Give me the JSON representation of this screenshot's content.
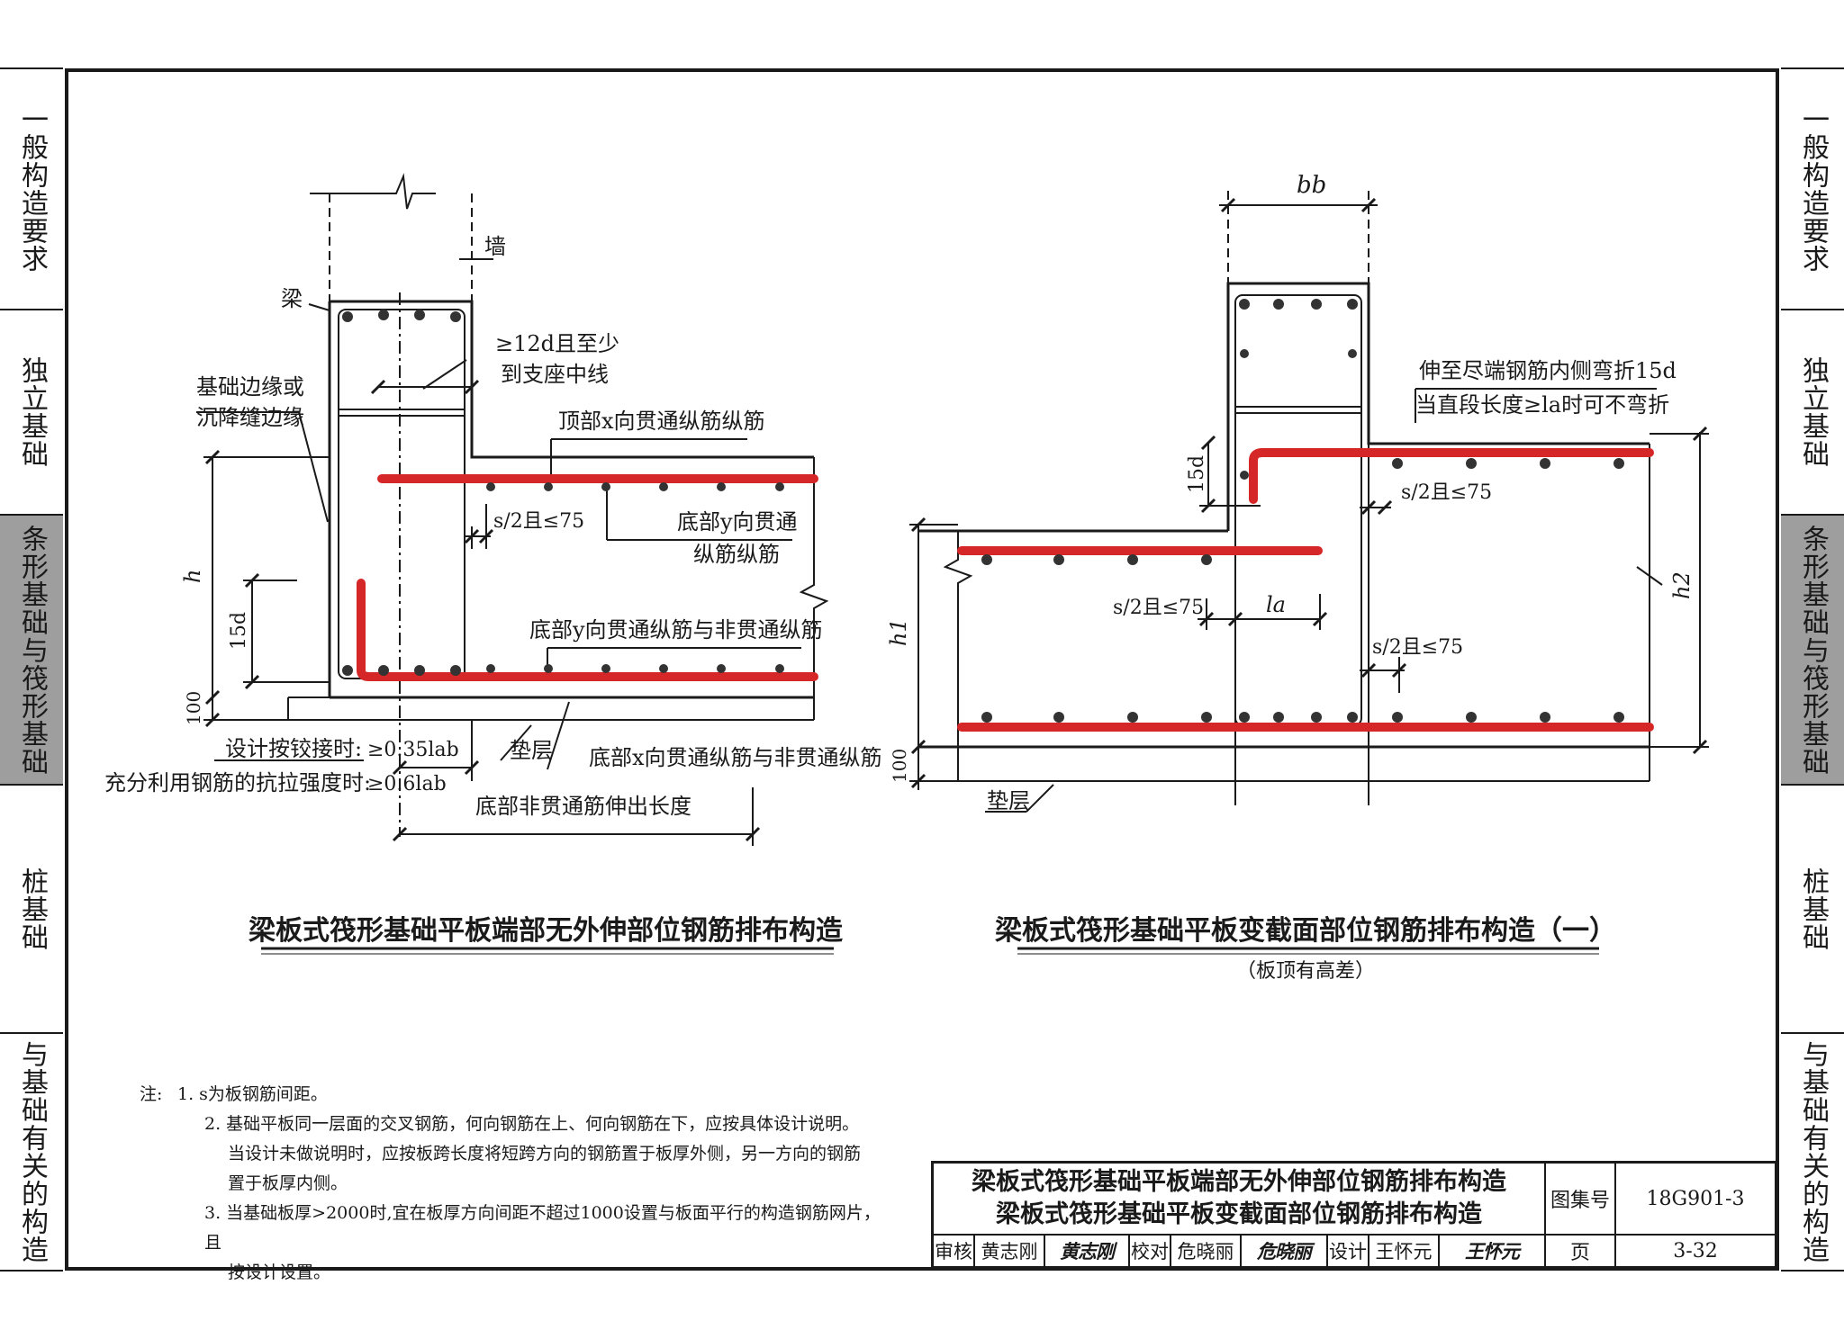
{
  "side_tabs": [
    {
      "label": "一般构造要求",
      "active": false
    },
    {
      "label": "独立基础",
      "active": false
    },
    {
      "label": "条形基础与筏形基础",
      "active": true
    },
    {
      "label": "桩基础",
      "active": false
    },
    {
      "label": "与基础有关的构造",
      "active": false
    }
  ],
  "left_diagram": {
    "wall": "墙",
    "beam": "梁",
    "edge_line1": "基础边缘或",
    "edge_line2": "沉降缝边缘",
    "anchor_line1": "≥12d且至少",
    "anchor_line2": "到支座中线",
    "top_x_bars": "顶部x向贯通纵筋纵筋",
    "spacing": "s/2且≤75",
    "bottom_y_line1": "底部y向贯通",
    "bottom_y_line2": "纵筋纵筋",
    "bottom_y_all": "底部y向贯通纵筋与非贯通纵筋",
    "h": "h",
    "d15": "15d",
    "cover": "100",
    "pinned_label": "设计按铰接时:",
    "pinned_value": "≥0.35lab",
    "full_label": "充分利用钢筋的抗拉强度时:",
    "full_value": "≥0.6lab",
    "bedding": "垫层",
    "bottom_x_all": "底部x向贯通纵筋与非贯通纵筋",
    "extension": "底部非贯通筋伸出长度",
    "caption": "梁板式筏形基础平板端部无外伸部位钢筋排布构造"
  },
  "right_diagram": {
    "bb": "bb",
    "bend_line1": "伸至尽端钢筋内侧弯折15d",
    "bend_line2": "当直段长度≥la时可不弯折",
    "d15": "15d",
    "spacing": "s/2且≤75",
    "la": "la",
    "h1": "h1",
    "h2": "h2",
    "cover": "100",
    "bedding": "垫层",
    "caption": "梁板式筏形基础平板变截面部位钢筋排布构造（一）",
    "subcaption": "（板顶有高差）"
  },
  "notes": {
    "label": "注:",
    "items": [
      "1. s为板钢筋间距。",
      "2. 基础平板同一层面的交叉钢筋，何向钢筋在上、何向钢筋在下，应按具体设计说明。",
      "当设计未做说明时，应按板跨长度将短跨方向的钢筋置于板厚外侧，另一方向的钢筋",
      "置于板厚内侧。",
      "3. 当基础板厚>2000时,宜在板厚方向间距不超过1000设置与板面平行的构造钢筋网片，且",
      "按设计设置。"
    ]
  },
  "title_block": {
    "title1": "梁板式筏形基础平板端部无外伸部位钢筋排布构造",
    "title2": "梁板式筏形基础平板变截面部位钢筋排布构造",
    "atlas_label": "图集号",
    "atlas_no": "18G901-3",
    "page_label": "页",
    "page_no": "3-32",
    "review_label": "审核",
    "reviewer": "黄志刚",
    "reviewer_sig": "黄志刚",
    "check_label": "校对",
    "checker": "危晓丽",
    "checker_sig": "危晓丽",
    "design_label": "设计",
    "designer": "王怀元",
    "designer_sig": "王怀元"
  },
  "colors": {
    "rebar": "#d62728",
    "line": "#1a1a1a",
    "active_tab": "#9e9e9e"
  }
}
